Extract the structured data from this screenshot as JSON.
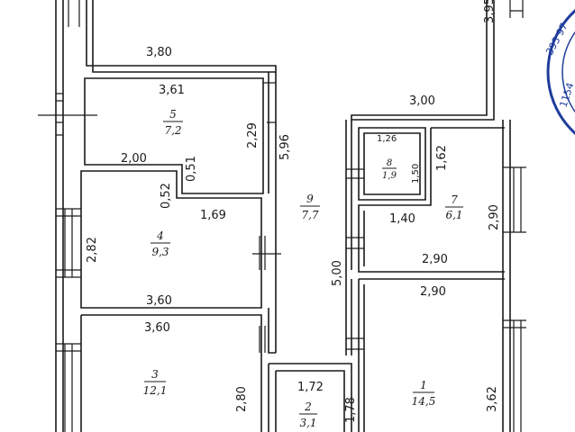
{
  "rooms": [
    {
      "no": "5",
      "area": "7,2"
    },
    {
      "no": "4",
      "area": "9,3"
    },
    {
      "no": "3",
      "area": "12,1"
    },
    {
      "no": "2",
      "area": "3,1"
    },
    {
      "no": "9",
      "area": "7,7"
    },
    {
      "no": "8",
      "area": "1,9"
    },
    {
      "no": "7",
      "area": "6,1"
    },
    {
      "no": "1",
      "area": "14,5"
    }
  ],
  "dimensions": {
    "outer_top_left": "3,80",
    "outer_top_right": "3,00",
    "outer_right_edge": "3,95",
    "room5_width": "3,61",
    "room5_height": "2,29",
    "room5_step": "2,00",
    "room5_notch": "0,51",
    "corridor_length": "5,96",
    "room4_notch": "0,52",
    "room4_inner": "1,69",
    "room4_height": "2,82",
    "room4_width": "3,60",
    "room3_width": "3,60",
    "room3_height": "2,80",
    "room2_width": "1,72",
    "room2_height": "1,78",
    "hall_length": "5,00",
    "room8_width": "1,26",
    "room8_height": "1,50",
    "room7_inner": "1,40",
    "room7_notch": "1,62",
    "room7_width": "2,90",
    "room7_height": "2,90",
    "room1_width": "2,90",
    "room1_height": "3,62"
  },
  "stamp": {
    "line1": "395 97",
    "line2": "1154"
  },
  "colors": {
    "wall": "#1a1a1a",
    "stamp": "#1e3c9c"
  }
}
